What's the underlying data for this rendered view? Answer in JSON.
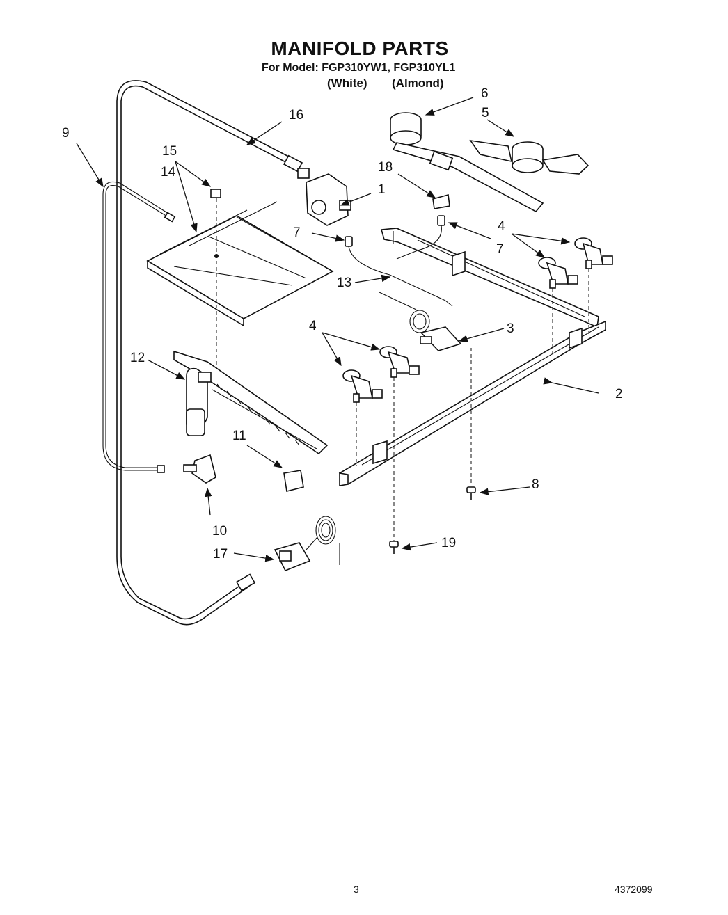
{
  "header": {
    "title": "MANIFOLD PARTS",
    "subtitle": "For Model: FGP310YW1, FGP310YL1",
    "variants": [
      "(White)",
      "(Almond)"
    ]
  },
  "callouts": [
    "1",
    "2",
    "3",
    "4",
    "4",
    "5",
    "6",
    "7",
    "7",
    "8",
    "9",
    "10",
    "11",
    "12",
    "13",
    "14",
    "15",
    "16",
    "17",
    "18",
    "19"
  ],
  "footer": {
    "page_number": "3",
    "document_number": "4372099"
  }
}
